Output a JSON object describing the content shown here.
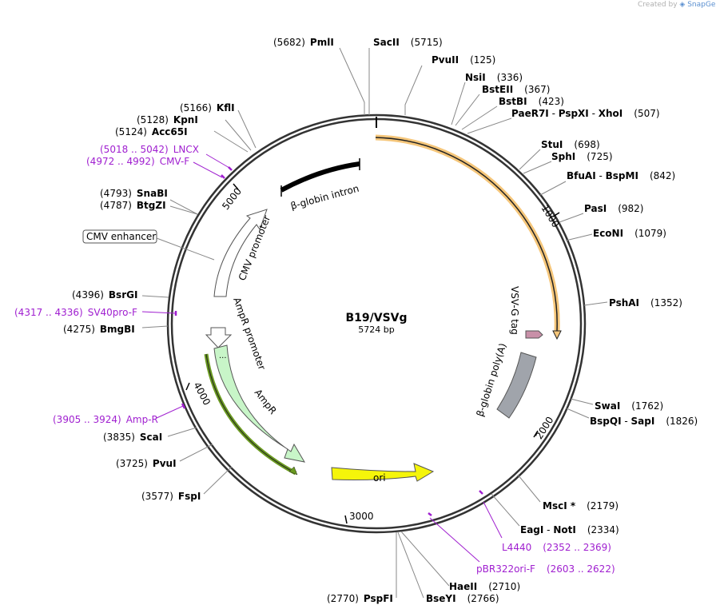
{
  "credit": {
    "prefix": "Created by",
    "brand": "SnapGene"
  },
  "plasmid": {
    "name": "B19/VSVg",
    "length": "5724 bp"
  },
  "ticks": [
    "1000",
    "2000",
    "3000",
    "4000",
    "5000"
  ],
  "features": {
    "bglobin_intron": "β-globin intron",
    "cmv_promoter": "CMV promoter",
    "ampr_promoter": "AmpR promoter",
    "ampr": "AmpR",
    "ori": "ori",
    "vsvg_tag": "VSV-G tag",
    "bglobin_polya": "β-globin poly(A)",
    "cmv_enhancer": "CMV enhancer",
    "ampr_dots": "..."
  },
  "enzymes": [
    {
      "id": "pmli",
      "pos": "(5682)",
      "name": "PmlI"
    },
    {
      "id": "sacii",
      "name": "SacII",
      "pos": "(5715)"
    },
    {
      "id": "pvuii",
      "name": "PvuII",
      "pos": "(125)"
    },
    {
      "id": "nsii",
      "name": "NsiI",
      "pos": "(336)"
    },
    {
      "id": "bsteii",
      "name": "BstEII",
      "pos": "(367)"
    },
    {
      "id": "bstbi",
      "name": "BstBI",
      "pos": "(423)"
    },
    {
      "id": "paer7i",
      "name": "PaeR7I",
      "sep1": " - ",
      "name2": "PspXI",
      "sep2": " - ",
      "name3": "XhoI",
      "pos": "(507)"
    },
    {
      "id": "stui",
      "name": "StuI",
      "pos": "(698)"
    },
    {
      "id": "sphi",
      "name": "SphI",
      "pos": "(725)"
    },
    {
      "id": "bfuai",
      "name": "BfuAI",
      "sep1": " - ",
      "name2": "BspMI",
      "pos": "(842)"
    },
    {
      "id": "pasi",
      "name": "PasI",
      "pos": "(982)"
    },
    {
      "id": "econi",
      "name": "EcoNI",
      "pos": "(1079)"
    },
    {
      "id": "pshai",
      "name": "PshAI",
      "pos": "(1352)"
    },
    {
      "id": "swai",
      "name": "SwaI",
      "pos": "(1762)"
    },
    {
      "id": "bspqi",
      "name": "BspQI",
      "sep1": " - ",
      "name2": "SapI",
      "pos": "(1826)"
    },
    {
      "id": "msci",
      "name": "MscI",
      "star": " *",
      "pos": "(2179)"
    },
    {
      "id": "eagi",
      "name": "EagI",
      "sep1": " - ",
      "name2": "NotI",
      "pos": "(2334)"
    },
    {
      "id": "haeii",
      "name": "HaeII",
      "pos": "(2710)"
    },
    {
      "id": "bseyi",
      "name": "BseYI",
      "pos": "(2766)"
    },
    {
      "id": "pspfi",
      "pos": "(2770)",
      "name": "PspFI"
    },
    {
      "id": "fspi",
      "pos": "(3577)",
      "name": "FspI"
    },
    {
      "id": "pvui",
      "pos": "(3725)",
      "name": "PvuI"
    },
    {
      "id": "scai",
      "pos": "(3835)",
      "name": "ScaI"
    },
    {
      "id": "bmgbi",
      "pos": "(4275)",
      "name": "BmgBI"
    },
    {
      "id": "bsrgi",
      "pos": "(4396)",
      "name": "BsrGI"
    },
    {
      "id": "btgzi",
      "pos": "(4787)",
      "name": "BtgZI"
    },
    {
      "id": "snabi",
      "pos": "(4793)",
      "name": "SnaBI"
    },
    {
      "id": "acc65i",
      "pos": "(5124)",
      "name": "Acc65I"
    },
    {
      "id": "kpni",
      "pos": "(5128)",
      "name": "KpnI"
    },
    {
      "id": "kfli",
      "pos": "(5166)",
      "name": "KflI"
    }
  ],
  "primers": [
    {
      "id": "lncx",
      "range": "(5018 .. 5042)",
      "name": "LNCX"
    },
    {
      "id": "cmvf",
      "range": "(4972 .. 4992)",
      "name": "CMV-F"
    },
    {
      "id": "sv40",
      "range": "(4317 .. 4336)",
      "name": "SV40pro-F"
    },
    {
      "id": "ampr",
      "range": "(3905 .. 3924)",
      "name": "Amp-R"
    },
    {
      "id": "l4440",
      "name": "L4440",
      "range": "(2352 .. 2369)"
    },
    {
      "id": "pbr",
      "name": "pBR322ori-F",
      "range": "(2603 .. 2622)"
    }
  ],
  "colors": {
    "backbone": "#333333",
    "orf_orange": "#f5c67a",
    "ampr_fill": "#c8f5c8",
    "ampr_outline": "#5a9a20",
    "ori_fill": "#f5f50a",
    "polya_fill": "#a0a4ab",
    "vsvg_tag": "#c890a8",
    "primer": "#a020d0",
    "intron": "#000000"
  }
}
